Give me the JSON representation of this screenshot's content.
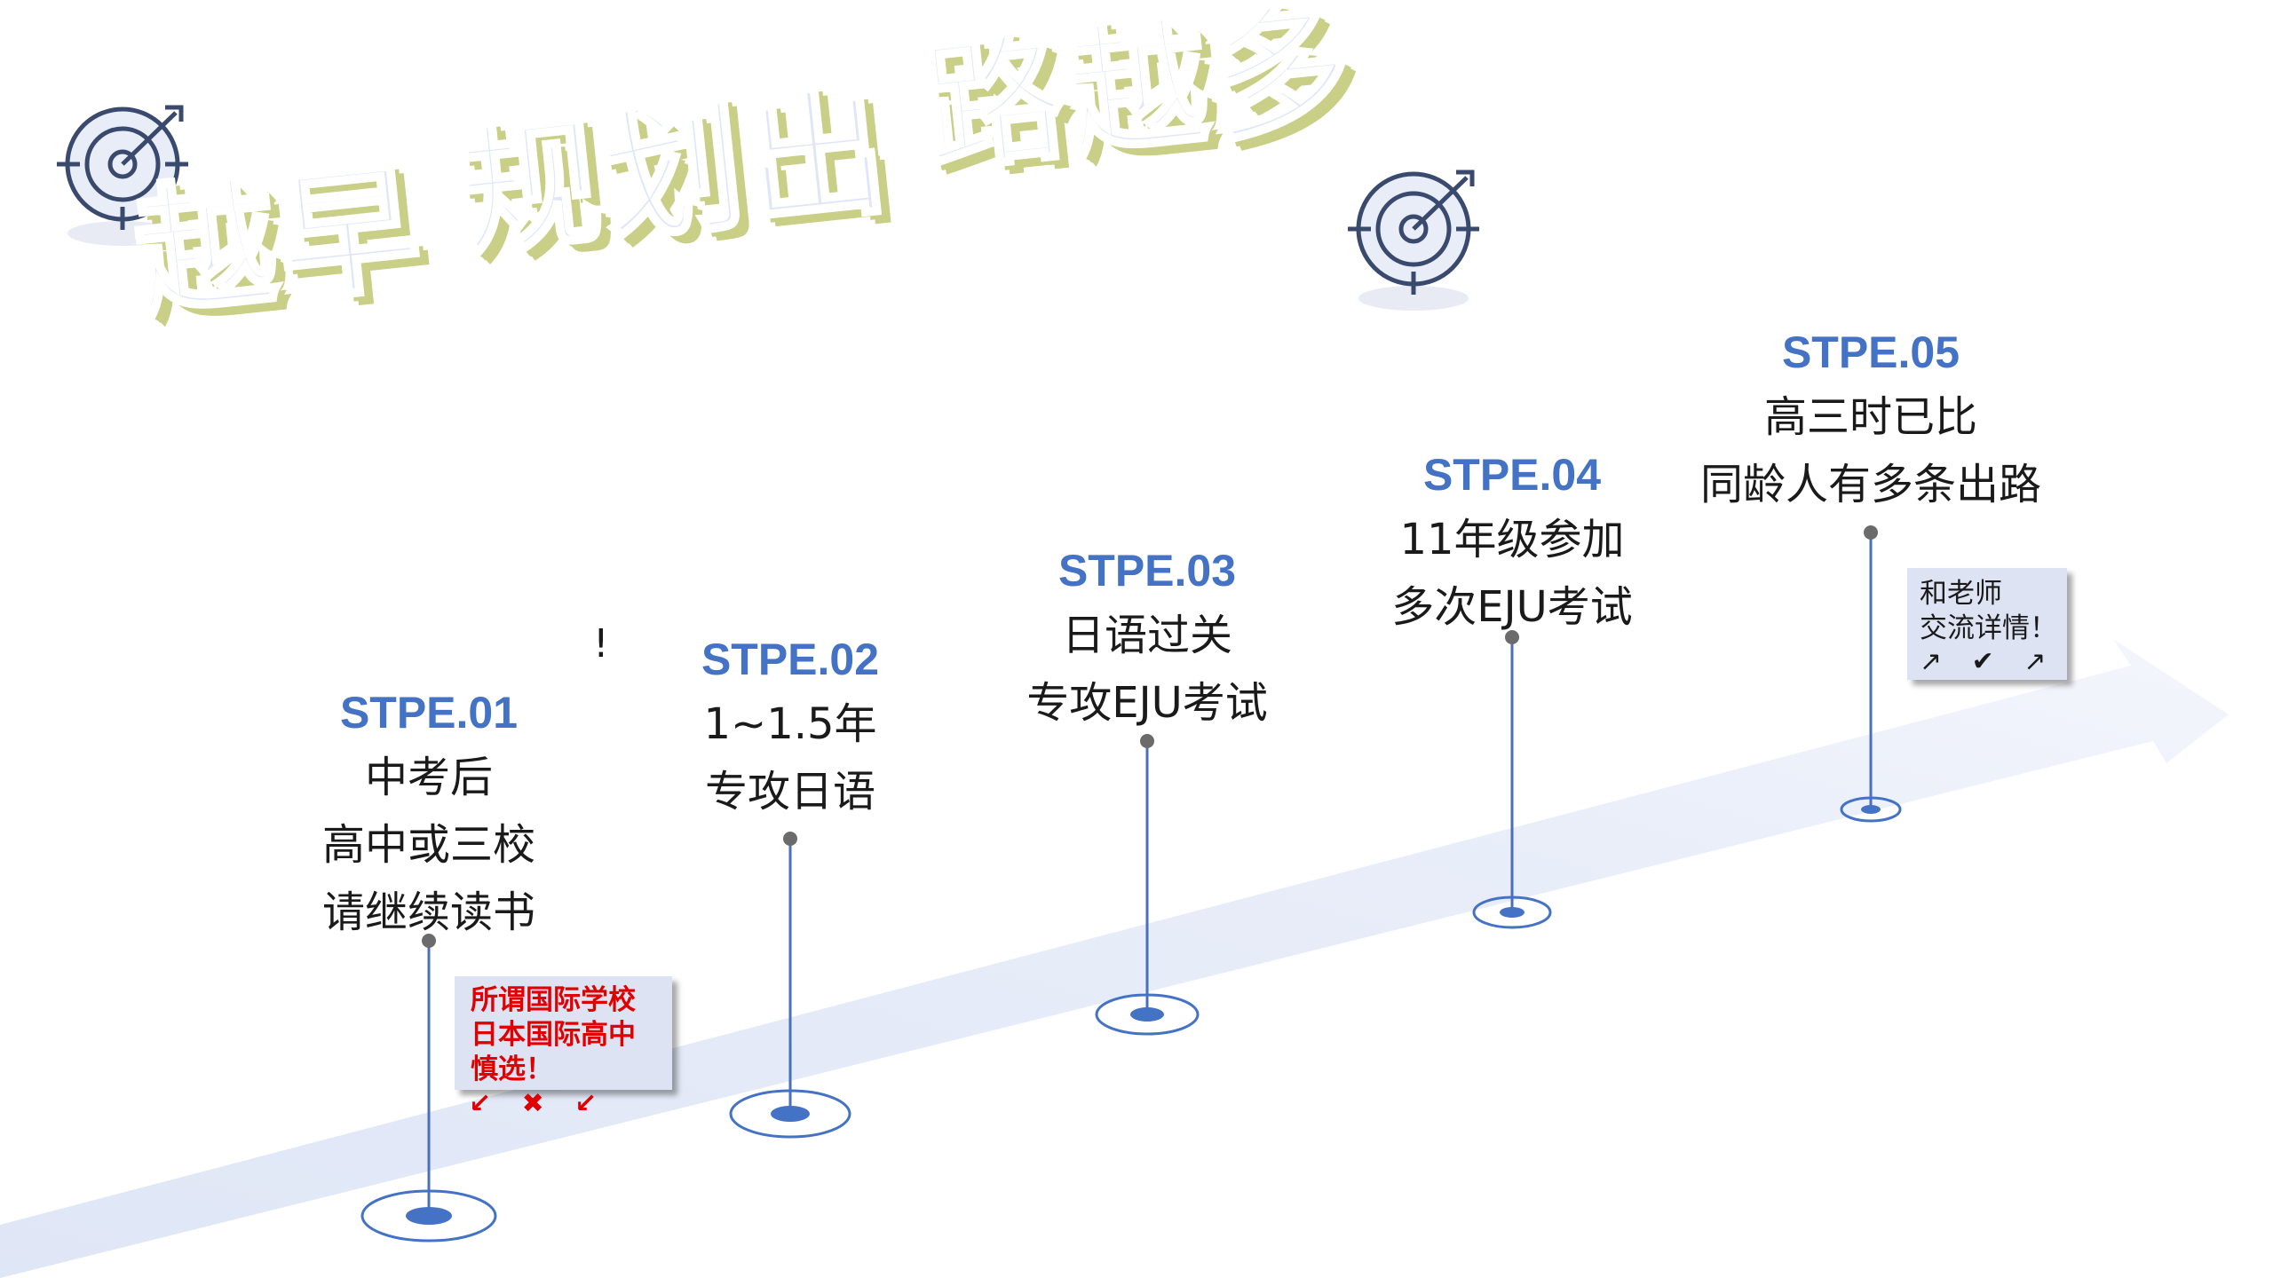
{
  "title": {
    "part1": "越早",
    "part2": "规划出",
    "part3": "路越多"
  },
  "icons": [
    "target-arrow-icon",
    "target-arrow-icon"
  ],
  "steps": [
    {
      "label": "STPE.01",
      "lines": [
        "中考后",
        "高中或三校",
        "请继续读书"
      ]
    },
    {
      "label": "STPE.02",
      "lines": [
        "1~1.5年",
        "专攻日语"
      ]
    },
    {
      "label": "STPE.03",
      "lines": [
        "日语过关",
        "专攻EJU考试"
      ]
    },
    {
      "label": "STPE.04",
      "lines": [
        "11年级参加",
        "多次EJU考试"
      ]
    },
    {
      "label": "STPE.05",
      "lines": [
        "高三时已比",
        "同龄人有多条出路"
      ]
    }
  ],
  "stray_mark": "!",
  "notes": {
    "warning": {
      "lines": [
        "所谓国际学校",
        "日本国际高中",
        "慎选！"
      ],
      "arrows": "↙ ✖ ↙"
    },
    "contact": {
      "lines": [
        "和老师",
        "交流详情！"
      ],
      "arrows": "↗ ✔ ↗"
    }
  },
  "colors": {
    "accent": "#4472c4",
    "road": "#e6ebf7",
    "title_fill": "#dfe7f7",
    "title_shadow": "#c9cf86",
    "warning_text": "#e00000",
    "note_bg": "#dde3f2"
  }
}
